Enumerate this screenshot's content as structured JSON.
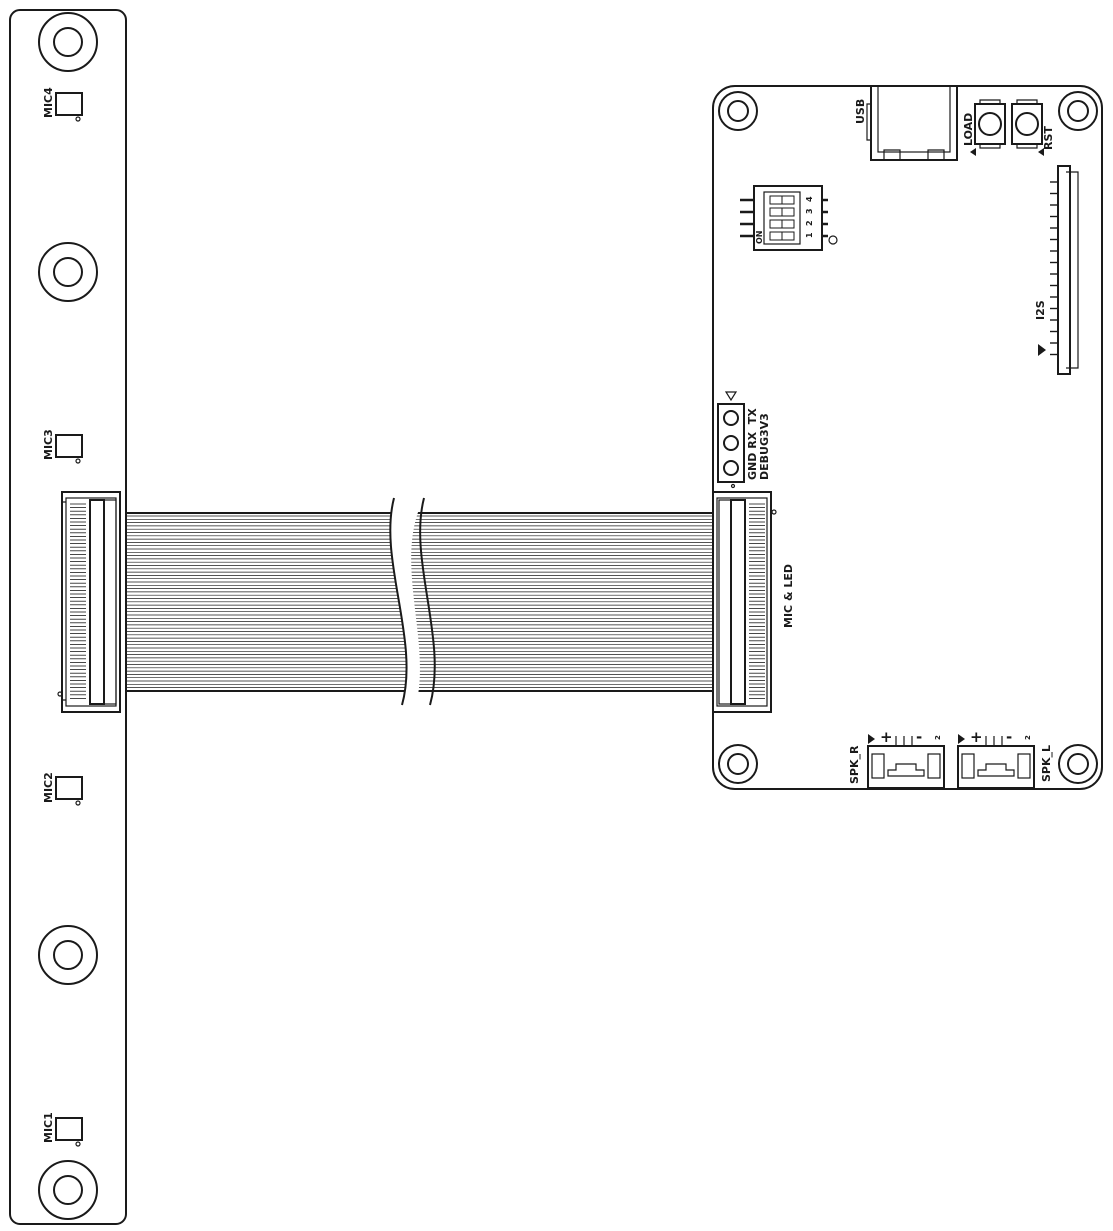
{
  "mic_board": {
    "labels": {
      "mic4": "MIC4",
      "mic3": "MIC3",
      "mic2": "MIC2",
      "mic1": "MIC1"
    }
  },
  "main_board": {
    "labels": {
      "usb": "USB",
      "load": "LOAD",
      "rst": "RST",
      "i2s": "I2S",
      "dip_on": "ON",
      "dip_pins": [
        "4",
        "3",
        "2",
        "1"
      ],
      "debug_pins": "GND RX  TX",
      "debug_name": "DEBUG3V3",
      "connector": "MIC & LED",
      "spk_r": "SPK_R",
      "spk_l": "SPK_L",
      "plus": "+",
      "minus": "-",
      "pin2": "2"
    }
  },
  "colors": {
    "line": "#1a1a1a",
    "background": "#ffffff"
  }
}
